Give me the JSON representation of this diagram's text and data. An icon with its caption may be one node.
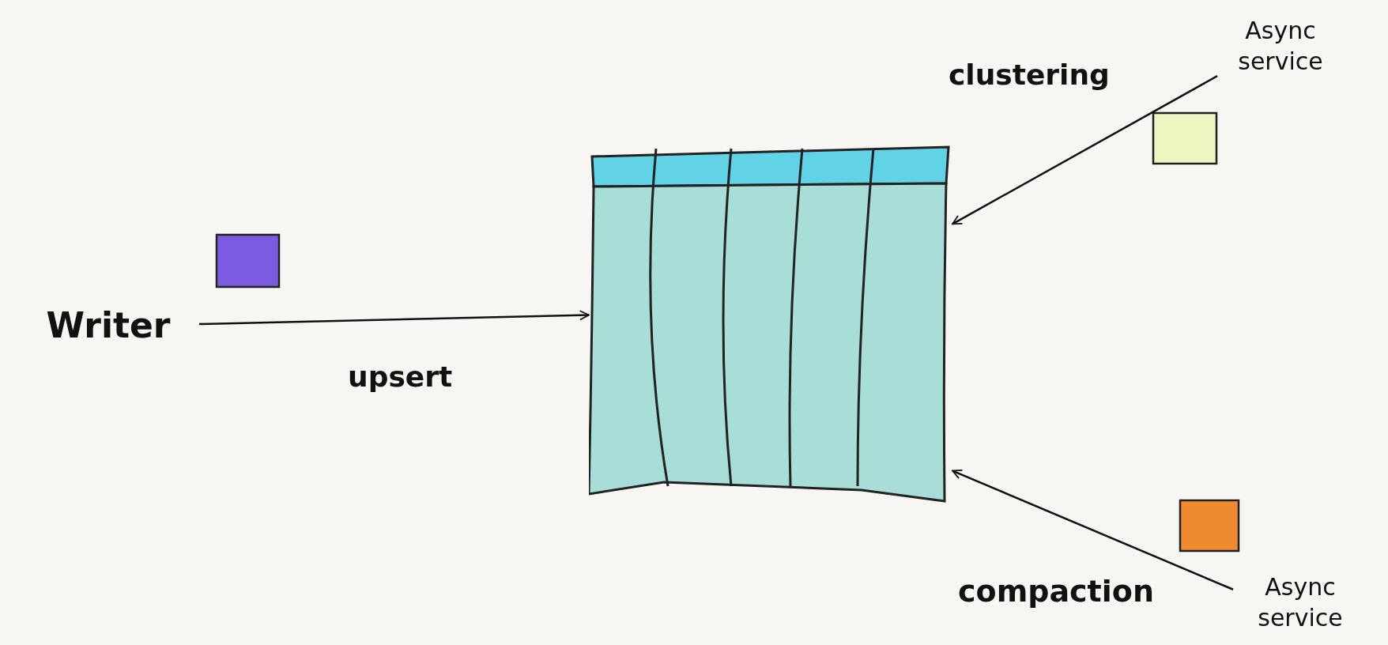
{
  "diagram": {
    "nodes": [
      {
        "text": [
          "Writer"
        ]
      },
      {
        "text": [],
        "shape": "picture"
      },
      {
        "text": [
          "Async service"
        ]
      },
      {
        "text": [
          "Async service"
        ]
      }
    ],
    "edges": [
      {
        "from": 0,
        "to": 1,
        "arrow": "to",
        "label": "upsert"
      },
      {
        "from": 2,
        "to": 1,
        "arrow": "to",
        "label": "clustering"
      },
      {
        "from": 3,
        "to": 1,
        "arrow": "to",
        "label": "compaction"
      }
    ]
  }
}
